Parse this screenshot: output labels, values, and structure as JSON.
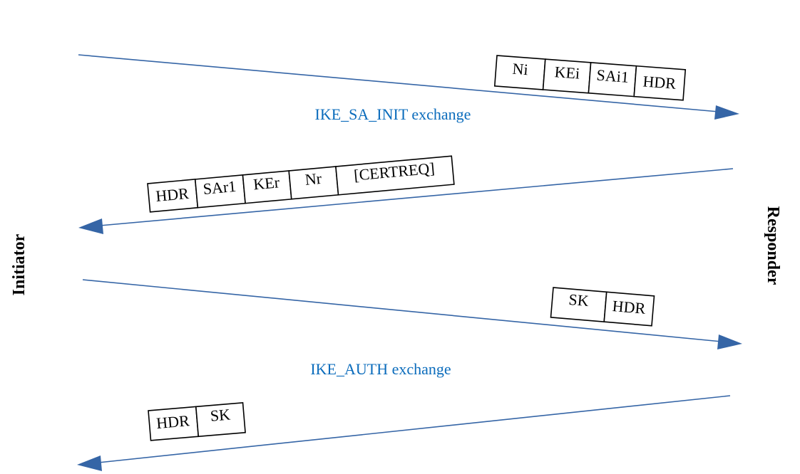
{
  "roles": {
    "initiator": "Initiator",
    "responder": "Responder"
  },
  "exchanges": {
    "sa_init": "IKE_SA_INIT exchange",
    "auth": "IKE_AUTH exchange"
  },
  "messages": {
    "sa_init_request": [
      "Ni",
      "KEi",
      "SAi1",
      "HDR"
    ],
    "sa_init_response": [
      "HDR",
      "SAr1",
      "KEr",
      "Nr",
      "[CERTREQ]"
    ],
    "auth_request": [
      "SK",
      "HDR"
    ],
    "auth_response": [
      "HDR",
      "SK"
    ]
  },
  "colors": {
    "arrow": "#3565a6",
    "label": "#0b6cbc"
  }
}
